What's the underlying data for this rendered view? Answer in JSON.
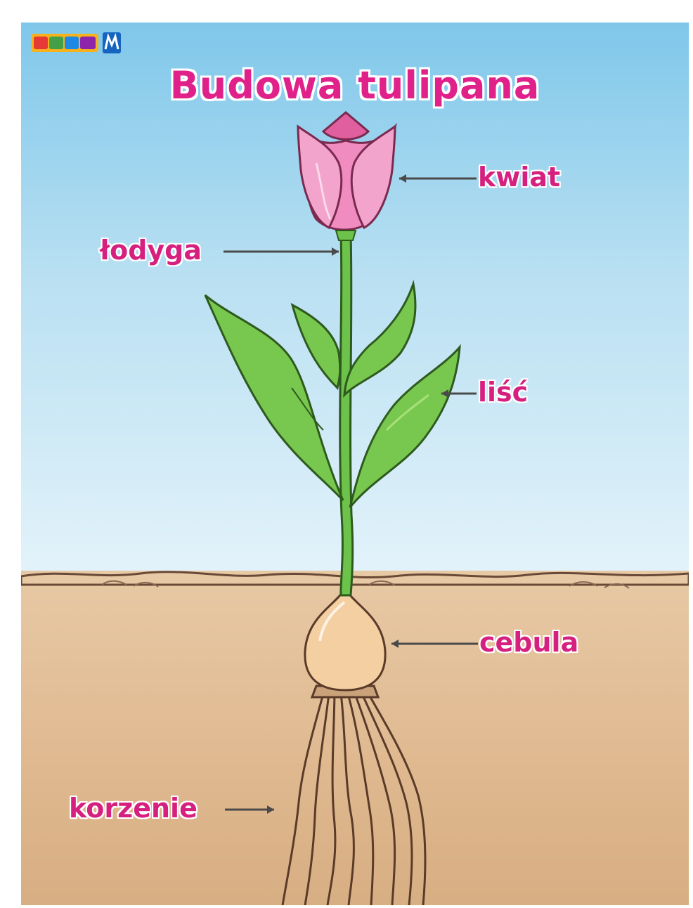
{
  "title": "Budowa tulipana",
  "labels": {
    "flower": "kwiat",
    "stem": "łodyga",
    "leaf": "liść",
    "bulb": "cebula",
    "roots": "korzenie"
  },
  "colors": {
    "title": "#e0218a",
    "label": "#d6207f",
    "sky": "#9fd5ef",
    "soil": "#ddb58b",
    "petal": "#f08cc0",
    "leaf": "#6cc24a",
    "bulb": "#f3cfa2"
  },
  "logo": {
    "icon_name": "publisher-logo-icon"
  }
}
